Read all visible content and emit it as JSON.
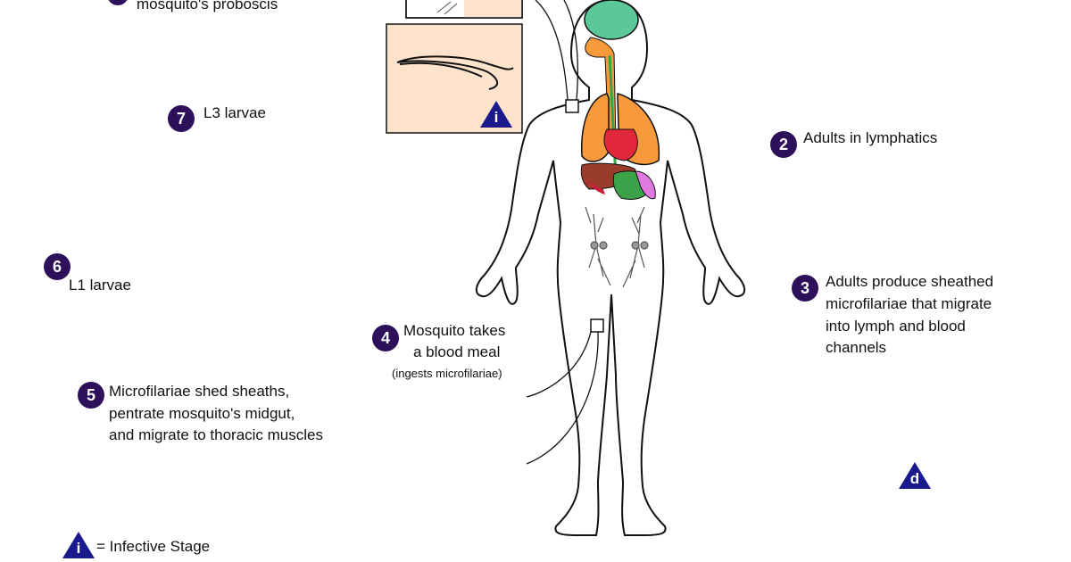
{
  "steps": {
    "s1": {
      "text_partial": "mosquito's proboscis"
    },
    "s2": {
      "num": "2",
      "text": "Adults in lymphatics"
    },
    "s3": {
      "num": "3",
      "line1": "Adults produce sheathed",
      "line2": "microfilariae that migrate",
      "line3": "into lymph and blood",
      "line4": "channels"
    },
    "s4": {
      "num": "4",
      "line1": "Mosquito takes",
      "line2": "a blood meal",
      "sub": "(ingests microfilariae)"
    },
    "s5": {
      "num": "5",
      "line1": "Microfilariae shed sheaths,",
      "line2": "pentrate mosquito's midgut,",
      "line3": "and migrate to thoracic muscles"
    },
    "s6": {
      "num": "6",
      "text": "L1 larvae"
    },
    "s7": {
      "num": "7",
      "text": "L3 larvae"
    }
  },
  "legend": {
    "symbol": "i",
    "text": "= Infective Stage"
  },
  "markers": {
    "infective": "i",
    "diagnostic": "d"
  },
  "colors": {
    "badge": "#2e0f59",
    "red_arrow": "#ff0a0a",
    "blue_arrow": "#0c1a8c",
    "triangle": "#1a1a8c",
    "panel": "#fde3cc",
    "lungs": "#f89a3c",
    "brain": "#5cc89a",
    "heart": "#e0283a",
    "liver": "#9a3c2c",
    "intestine": "#3ca24a",
    "kidney": "#e07ae0"
  },
  "icons": [
    "infective-stage-triangle-icon",
    "diagnostic-stage-triangle-icon",
    "adult-worm-icon",
    "microfilaria-icon",
    "larva-icon",
    "mosquito-icon",
    "human-body-icon"
  ]
}
